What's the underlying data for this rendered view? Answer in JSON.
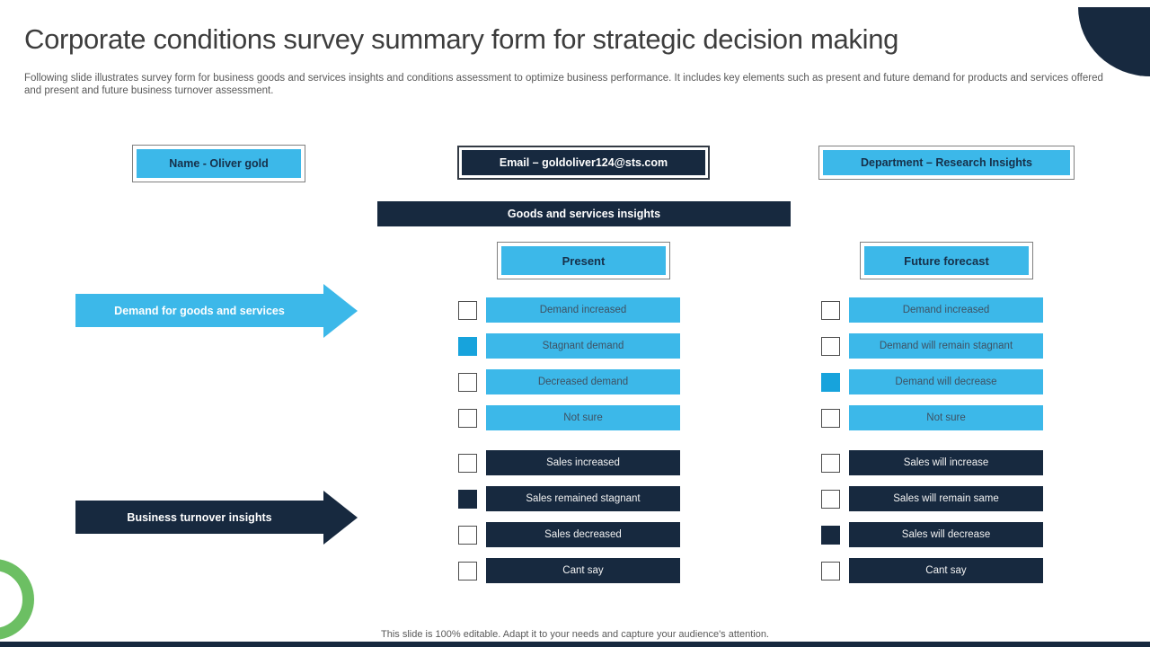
{
  "header": {
    "title": "Corporate conditions survey summary form for strategic decision making",
    "description": "Following slide illustrates survey form for business goods and services insights and conditions assessment to optimize business performance. It includes key elements such as present and future demand for products and services offered and present and future business turnover assessment.",
    "fields": {
      "name": "Name -  Oliver gold",
      "email": "Email – goldoliver124@sts.com",
      "department": "Department – Research Insights"
    }
  },
  "form": {
    "banner": "Goods and services insights",
    "columns": {
      "present": "Present",
      "future": "Future forecast"
    },
    "row_labels": {
      "demand": "Demand for goods and services",
      "turnover": "Business turnover insights"
    },
    "sections": {
      "present_demand": [
        {
          "label": "Demand increased",
          "checked": false
        },
        {
          "label": "Stagnant demand",
          "checked": true
        },
        {
          "label": "Decreased demand",
          "checked": false
        },
        {
          "label": "Not sure",
          "checked": false
        }
      ],
      "future_demand": [
        {
          "label": "Demand increased",
          "checked": false
        },
        {
          "label": "Demand will remain stagnant",
          "checked": false
        },
        {
          "label": "Demand will decrease",
          "checked": true
        },
        {
          "label": "Not sure",
          "checked": false
        }
      ],
      "present_turnover": [
        {
          "label": "Sales increased",
          "checked": false
        },
        {
          "label": "Sales remained stagnant",
          "checked": true
        },
        {
          "label": "Sales decreased",
          "checked": false
        },
        {
          "label": "Cant say",
          "checked": false
        }
      ],
      "future_turnover": [
        {
          "label": "Sales will increase",
          "checked": false
        },
        {
          "label": "Sales will remain same",
          "checked": false
        },
        {
          "label": "Sales will decrease",
          "checked": true
        },
        {
          "label": "Cant say",
          "checked": false
        }
      ]
    }
  },
  "footer": {
    "note": "This slide is 100% editable. Adapt it to your needs and capture your audience's attention."
  },
  "colors": {
    "light_blue": "#3cb8e9",
    "navy": "#17293f",
    "checked_blue": "#17a3dc",
    "green": "#6cbf63"
  }
}
